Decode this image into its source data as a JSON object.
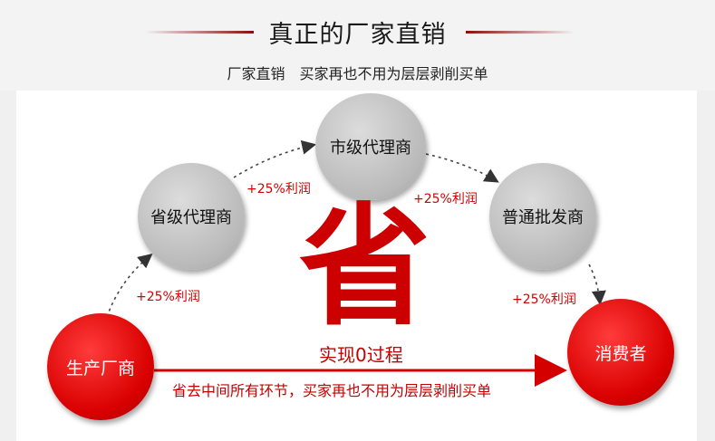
{
  "header": {
    "title": "真正的厂家直销",
    "subtitle": "厂家直销　买家再也不用为层层剥削买单"
  },
  "nodes": {
    "manufacturer": "生产厂商",
    "provincial_agent": "省级代理商",
    "city_agent": "市级代理商",
    "wholesaler": "普通批发商",
    "consumer": "消费者"
  },
  "profit_label": "+25%利润",
  "center": {
    "save_char": "省",
    "realize_text": "实现0过程",
    "omit_text": "省去中间所有环节，买家再也不用为层层剥削买单"
  },
  "colors": {
    "accent_red": "#d40000",
    "node_gray": "#b9b9b9",
    "title_rule": "#8a0d0d"
  }
}
